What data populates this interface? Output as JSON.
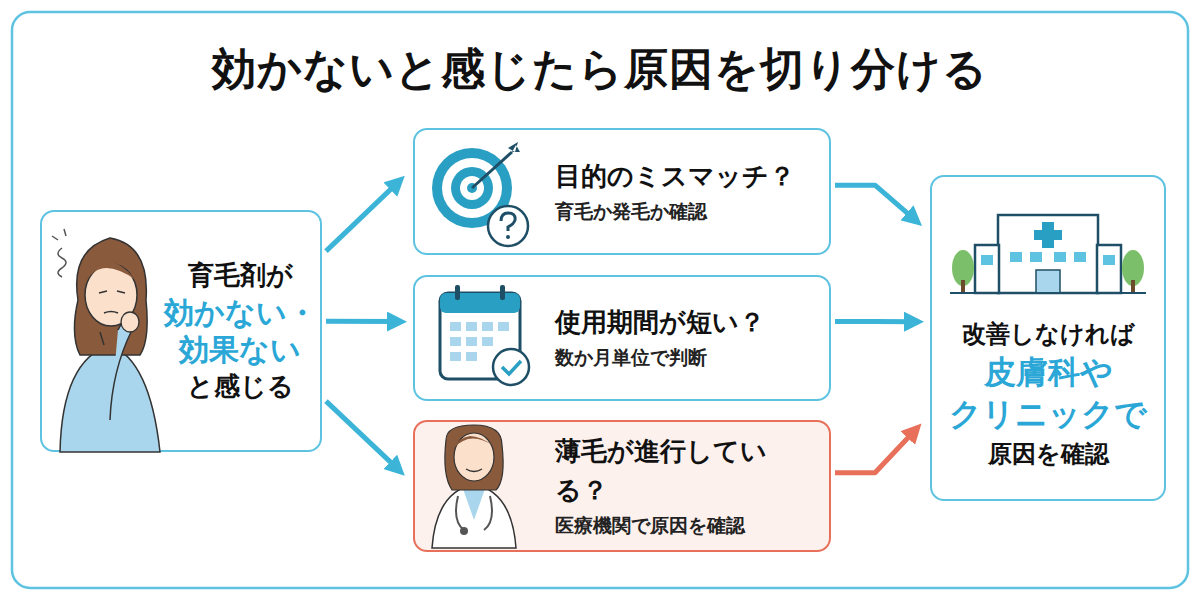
{
  "diagram": {
    "title": "効かないと感じたら原因を切り分ける",
    "nodes": [
      {
        "text": [
          "育毛剤が",
          "効かない・ 効果ない",
          "と感じる"
        ]
      },
      {
        "text": [
          "目的のミスマッチ？",
          "育毛か発毛か確認"
        ]
      },
      {
        "text": [
          "使用期間が短い？",
          "数か月単位で判断"
        ]
      },
      {
        "text": [
          "薄毛が進行している？",
          "医療機関で原因を確認"
        ]
      },
      {
        "text": [
          "改善しなければ",
          "皮膚科や クリニックで",
          "原因を確認"
        ]
      }
    ],
    "edges": [
      {
        "from": 0,
        "to": 1,
        "arrow": "to"
      },
      {
        "from": 0,
        "to": 2,
        "arrow": "to"
      },
      {
        "from": 0,
        "to": 3,
        "arrow": "to"
      },
      {
        "from": 1,
        "to": 4,
        "arrow": "to"
      },
      {
        "from": 2,
        "to": 4,
        "arrow": "to"
      },
      {
        "from": 3,
        "to": 4,
        "arrow": "to"
      }
    ]
  }
}
